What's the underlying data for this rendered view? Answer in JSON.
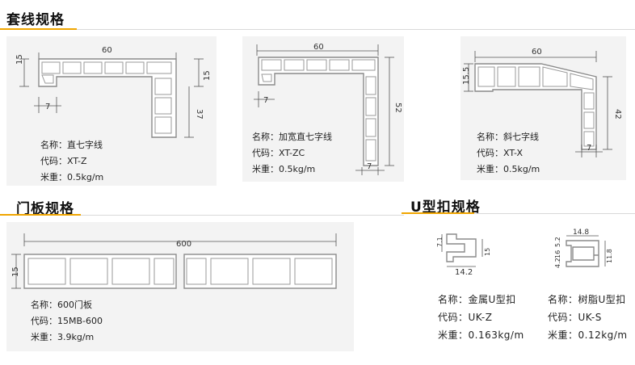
{
  "sections": {
    "trim_title": "套线规格",
    "door_title": "门板规格",
    "clip_title": "U型扣规格"
  },
  "colors": {
    "accent": "#f0a500",
    "panel_bg": "#f3f3f3",
    "profile_stroke": "#888888",
    "profile_fill": "#ffffff"
  },
  "trims": [
    {
      "dims": {
        "width": "60",
        "height_left": "15",
        "height_right": "15",
        "lip": "7",
        "depth": "37"
      },
      "name_line": "名称：直七字线",
      "code_line": "代码：XT-Z",
      "weight_line": "米重：0.5kg/m"
    },
    {
      "dims": {
        "width": "60",
        "lip": "7",
        "lip2": "7",
        "depth": "52"
      },
      "name_line": "名称：加宽直七字线",
      "code_line": "代码：XT-ZC",
      "weight_line": "米重：0.5kg/m"
    },
    {
      "dims": {
        "width": "60",
        "height_left": "15.5",
        "lip": "7",
        "depth": "42"
      },
      "name_line": "名称：斜七字线",
      "code_line": "代码：XT-X",
      "weight_line": "米重：0.5kg/m"
    }
  ],
  "door": {
    "dims": {
      "width": "600",
      "height": "15"
    },
    "name_line": "名称：600门板",
    "code_line": "代码：15MB-600",
    "weight_line": "米重：3.9kg/m"
  },
  "clips": [
    {
      "dims": {
        "a": "7.1",
        "b": "15",
        "c": "14.2"
      },
      "name_line": "名称：金属U型扣",
      "code_line": "代码：UK-Z",
      "weight_line": "米重：0.163kg/m"
    },
    {
      "dims": {
        "a": "14.8",
        "b": "5.2",
        "c": "16",
        "d": "4.2",
        "e": "11.8"
      },
      "name_line": "名称：树脂U型扣",
      "code_line": "代码：UK-S",
      "weight_line": "米重：0.12kg/m"
    }
  ]
}
